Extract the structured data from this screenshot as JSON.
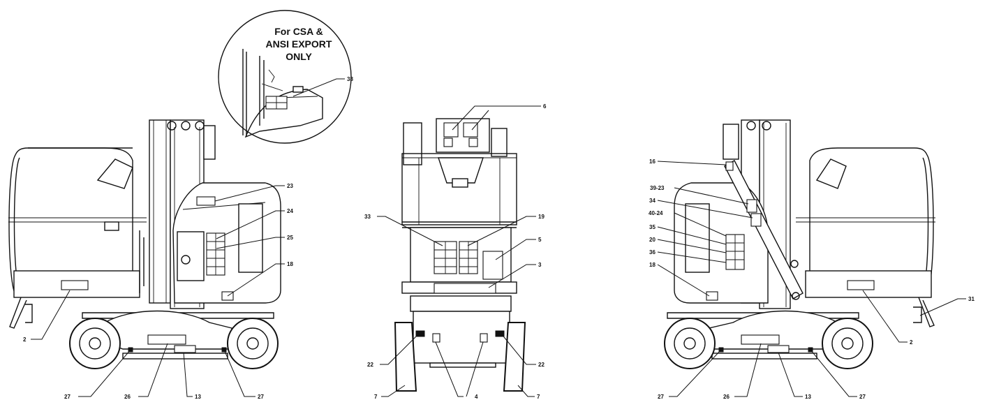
{
  "inset_note": [
    "For CSA &",
    "ANSI EXPORT",
    "ONLY"
  ],
  "callouts": {
    "c38": "38",
    "c23": "23",
    "c24": "24",
    "c25": "25",
    "c18a": "18",
    "c2a": "2",
    "c27a": "27",
    "c26a": "26",
    "c13a": "13",
    "c27b": "27",
    "c6": "6",
    "c33": "33",
    "c19": "19",
    "c5": "5",
    "c3": "3",
    "c22a": "22",
    "c22b": "22",
    "c7a": "7",
    "c4": "4",
    "c7b": "7",
    "c16": "16",
    "c39_23": "39-23",
    "c34": "34",
    "c40_24": "40-24",
    "c35": "35",
    "c20": "20",
    "c36": "36",
    "c18b": "18",
    "c2b": "2",
    "c31": "31",
    "c27c": "27",
    "c26b": "26",
    "c13b": "13",
    "c27d": "27"
  }
}
